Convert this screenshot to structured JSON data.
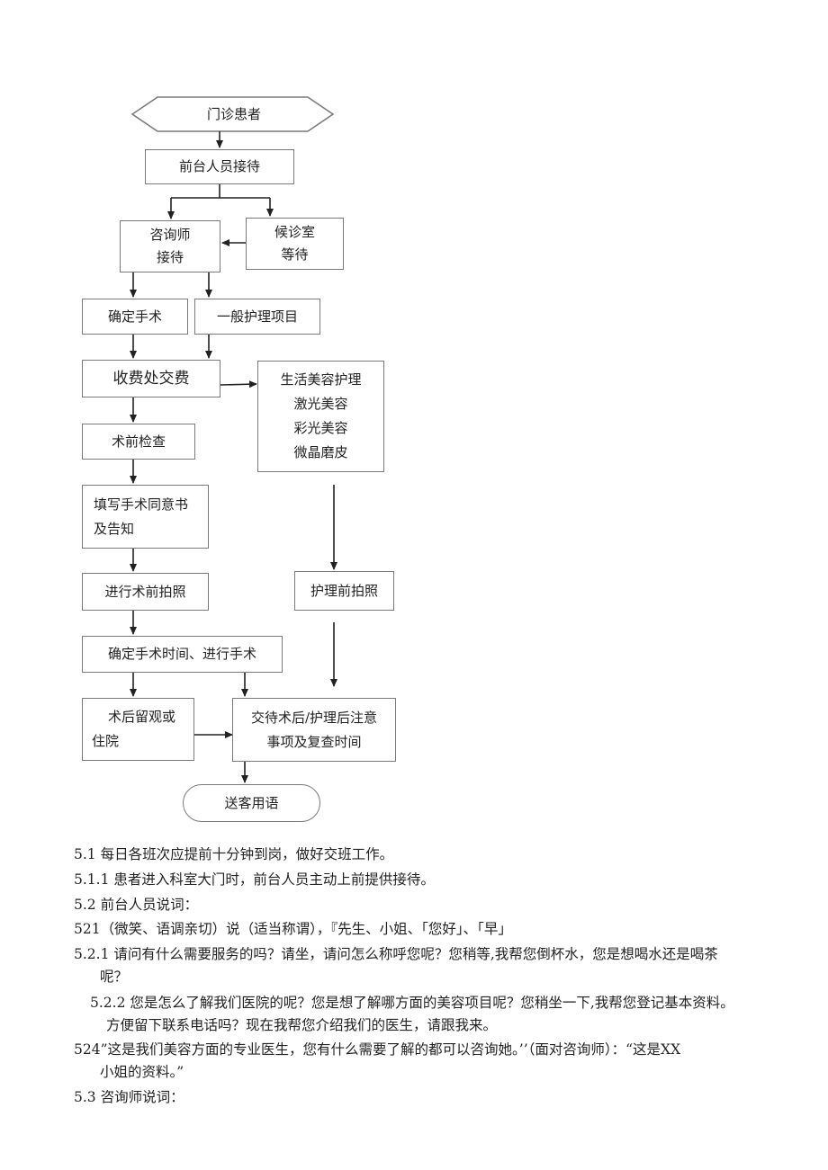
{
  "flowchart": {
    "start": "门诊患者",
    "reception": "前台人员接待",
    "consultant": [
      "咨询师",
      "接待"
    ],
    "waiting_room": [
      "候诊室",
      "等待"
    ],
    "confirm_surgery": "确定手术",
    "general_care": "一般护理项目",
    "cashier": "收费处交费",
    "beauty_care": [
      "生活美容护理",
      "激光美容",
      "彩光美容",
      "微晶磨皮"
    ],
    "pre_op_check": "术前检查",
    "consent_form": [
      "填写手术同意书",
      "及告知"
    ],
    "pre_op_photo": "进行术前拍照",
    "pre_care_photo": "护理前拍照",
    "schedule_surgery": "确定手术时间、进行手术",
    "post_op_stay": [
      "术后留观或",
      "住院"
    ],
    "aftercare_notes": [
      "交待术后/护理后注意",
      "事项及复查时间"
    ],
    "farewell": "送客用语"
  },
  "paragraphs": [
    "5.1 每日各班次应提前十分钟到岗，做好交班工作。",
    "5.1.1 患者进入科室大门时，前台人员主动上前提供接待。",
    "5.2  前台人员说词：",
    "521（微笑、语调亲切）说（适当称谓），『先生、小姐、「您好」、「早」",
    "5.2.1 请问有什么需要服务的吗？请坐，请问怎么称呼您呢？您稍等,我帮您倒杯水，您是想喝水还是喝茶",
    "呢？",
    "5.2.2 您是怎么了解我们医院的呢？您是想了解哪方面的美容项目呢？您稍坐一下,我帮您登记基本资料。",
    "方便留下联系电话吗？现在我帮您介绍我们的医生，请跟我来。",
    "524”这是我们美容方面的专业医生，您有什么需要了解的都可以咨询她。’’（面对咨询师）：“这是XX",
    "小姐的资料。”",
    "5.3  咨询师说词："
  ]
}
